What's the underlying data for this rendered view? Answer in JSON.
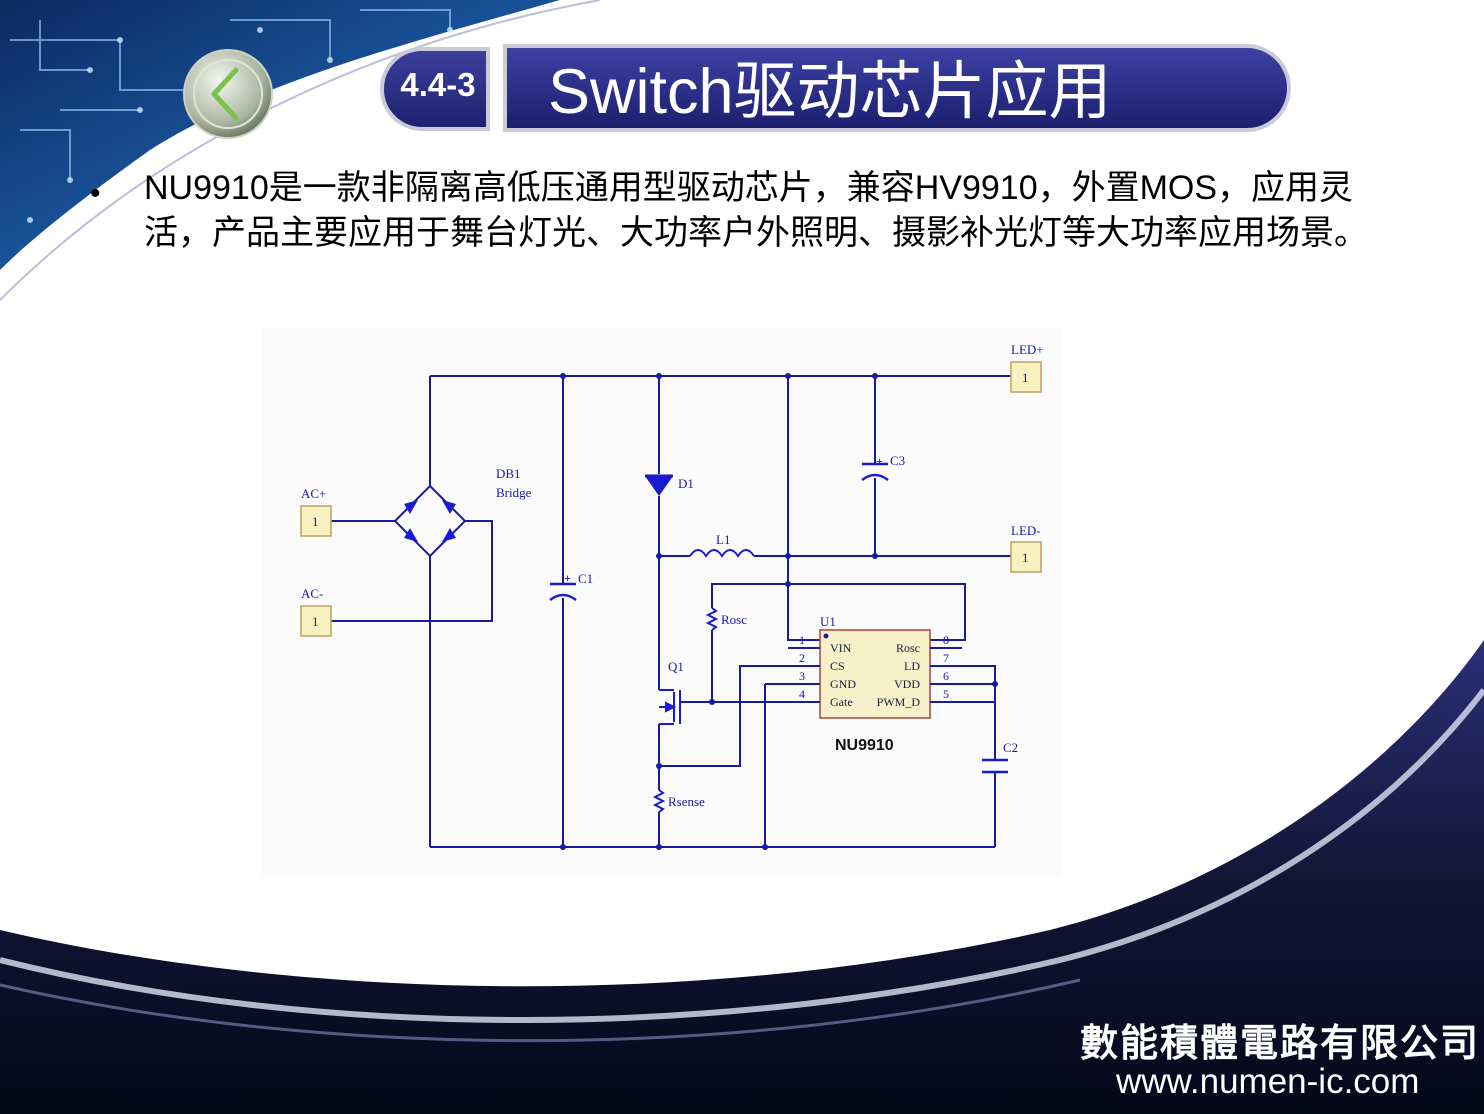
{
  "slide": {
    "section_number": "4.4-3",
    "title": "Switch驱动芯片应用",
    "bullet_symbol": "•",
    "bullet_text": "NU9910是一款非隔离高低压通用型驱动芯片，兼容HV9910，外置MOS，应用灵活，产品主要应用于舞台灯光、大功率户外照明、摄影补光灯等大功率应用场景。",
    "back_icon": "chevron-left-icon"
  },
  "schematic": {
    "connectors": {
      "led_plus": {
        "label": "LED+",
        "pin": "1"
      },
      "led_minus": {
        "label": "LED-",
        "pin": "1"
      },
      "ac_plus": {
        "label": "AC+",
        "pin": "1"
      },
      "ac_minus": {
        "label": "AC-",
        "pin": "1"
      }
    },
    "bridge": {
      "ref": "DB1",
      "name": "Bridge"
    },
    "diode": "D1",
    "inductor": "L1",
    "cap_c1": "C1",
    "cap_c2": "C2",
    "cap_c3": "C3",
    "resistor_rosc": "Rosc",
    "resistor_rsense": "Rsense",
    "mosfet": "Q1",
    "ic": {
      "ref": "U1",
      "part": "NU9910",
      "left_pins": [
        {
          "num": "1",
          "name": "VIN"
        },
        {
          "num": "2",
          "name": "CS"
        },
        {
          "num": "3",
          "name": "GND"
        },
        {
          "num": "4",
          "name": "Gate"
        }
      ],
      "right_pins": [
        {
          "num": "8",
          "name": "Rosc"
        },
        {
          "num": "7",
          "name": "LD"
        },
        {
          "num": "6",
          "name": "VDD"
        },
        {
          "num": "5",
          "name": "PWM_D"
        }
      ]
    },
    "wire_color": "#1a1aa0",
    "component_color": "#1a1ad0"
  },
  "footer": {
    "company": "數能積體電路有限公司",
    "website": "www.numen-ic.com"
  },
  "colors": {
    "title_bar": "#2a2e8a",
    "dark_navy": "#12163a",
    "circuit_blue": "#1f6fb8"
  }
}
